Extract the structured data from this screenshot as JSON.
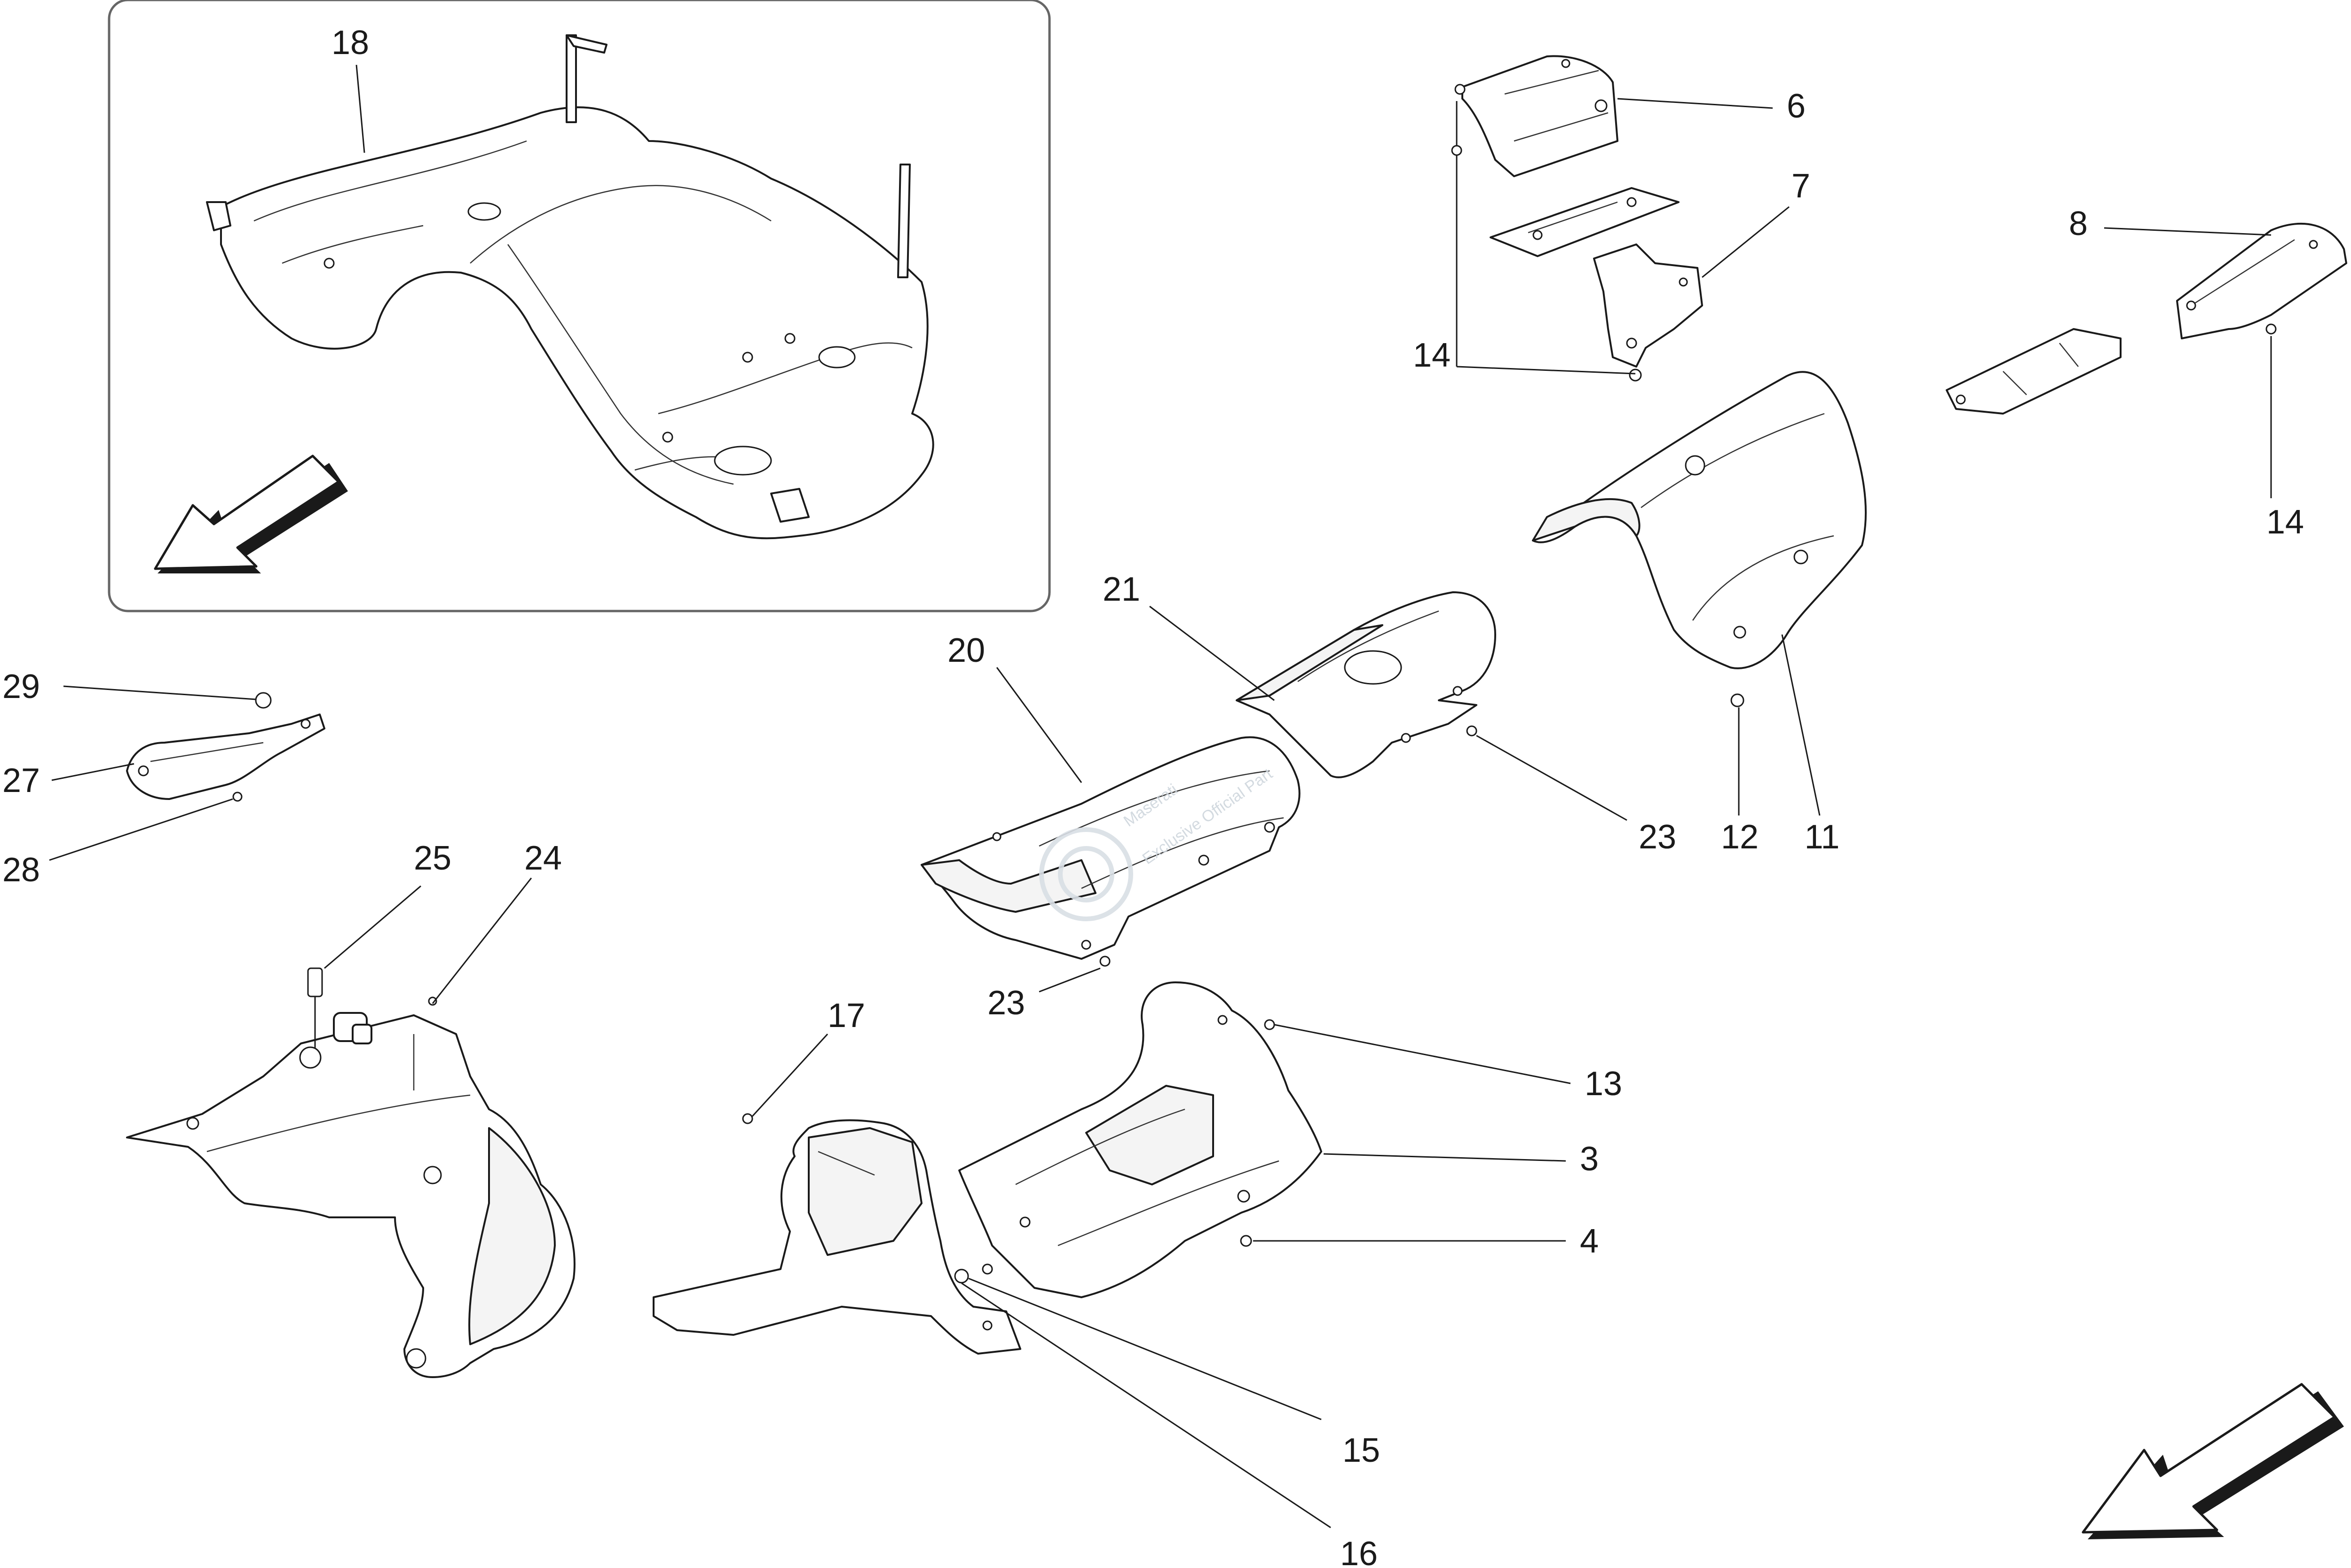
{
  "diagram": {
    "callouts": {
      "c3": "3",
      "c4": "4",
      "c6": "6",
      "c7": "7",
      "c8": "8",
      "c11": "11",
      "c12": "12",
      "c13": "13",
      "c14a": "14",
      "c14b": "14",
      "c15": "15",
      "c16": "16",
      "c17": "17",
      "c18": "18",
      "c20": "20",
      "c21": "21",
      "c23a": "23",
      "c23b": "23",
      "c24": "24",
      "c25": "25",
      "c27": "27",
      "c28": "28",
      "c29": "29"
    },
    "watermark": {
      "brand": "Maserati",
      "tagline": "Exclusive Official Part"
    },
    "direction_arrows": [
      "arrow-front",
      "arrow-front"
    ]
  }
}
